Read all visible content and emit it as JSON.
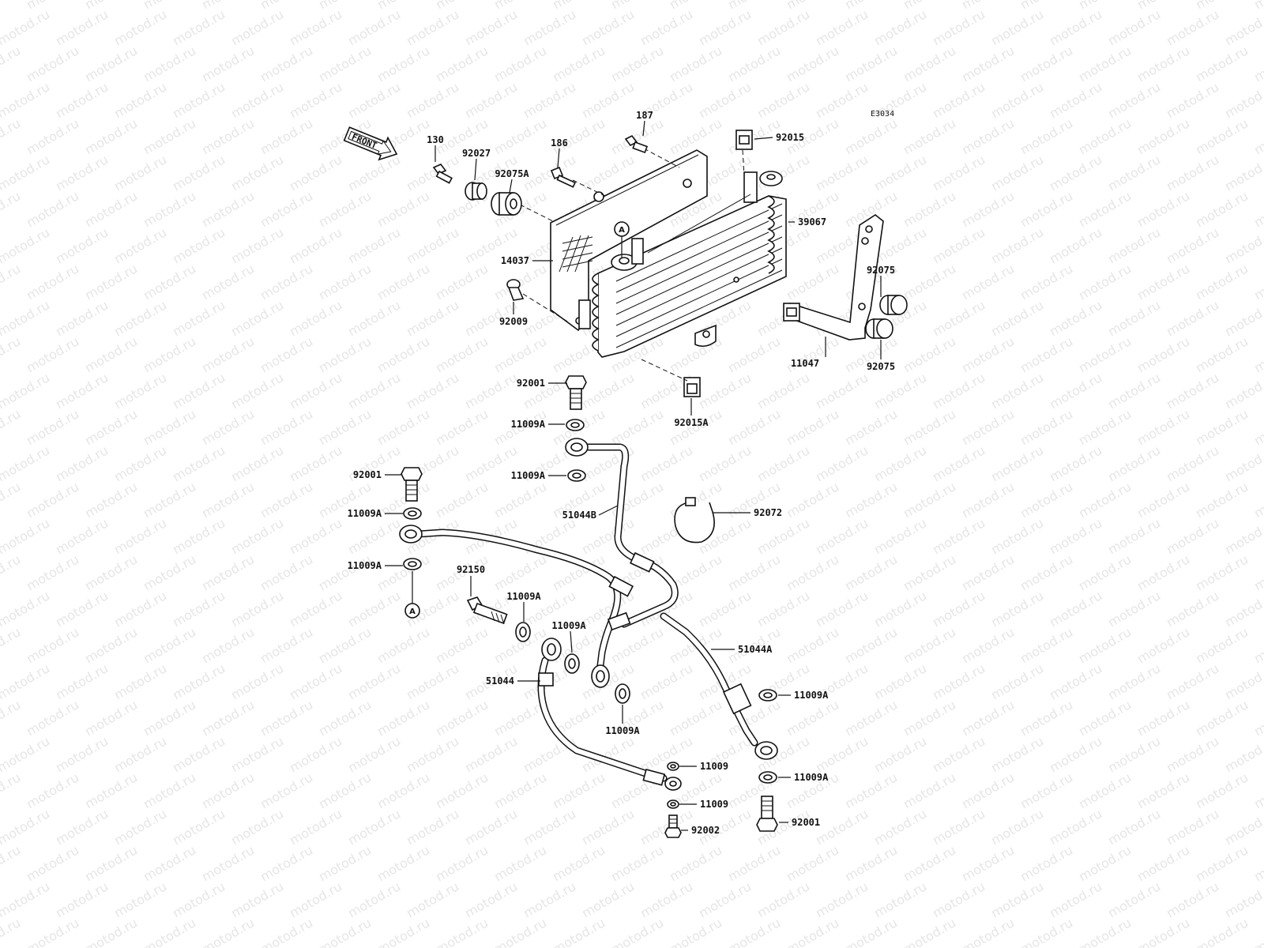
{
  "diagram": {
    "code": "E3034",
    "front": "FRONT",
    "marker": "A",
    "watermark": "motod.ru",
    "labels": [
      "130",
      "92027",
      "186",
      "92075A",
      "187",
      "92015",
      "39067",
      "14037",
      "92009",
      "92075",
      "11047",
      "92075",
      "92001",
      "92015A",
      "11009A",
      "11009A",
      "51044B",
      "92072",
      "92001",
      "11009A",
      "11009A",
      "92150",
      "11009A",
      "11009A",
      "51044A",
      "51044",
      "11009A",
      "11009A",
      "11009",
      "11009A",
      "11009",
      "92001",
      "92002"
    ]
  }
}
